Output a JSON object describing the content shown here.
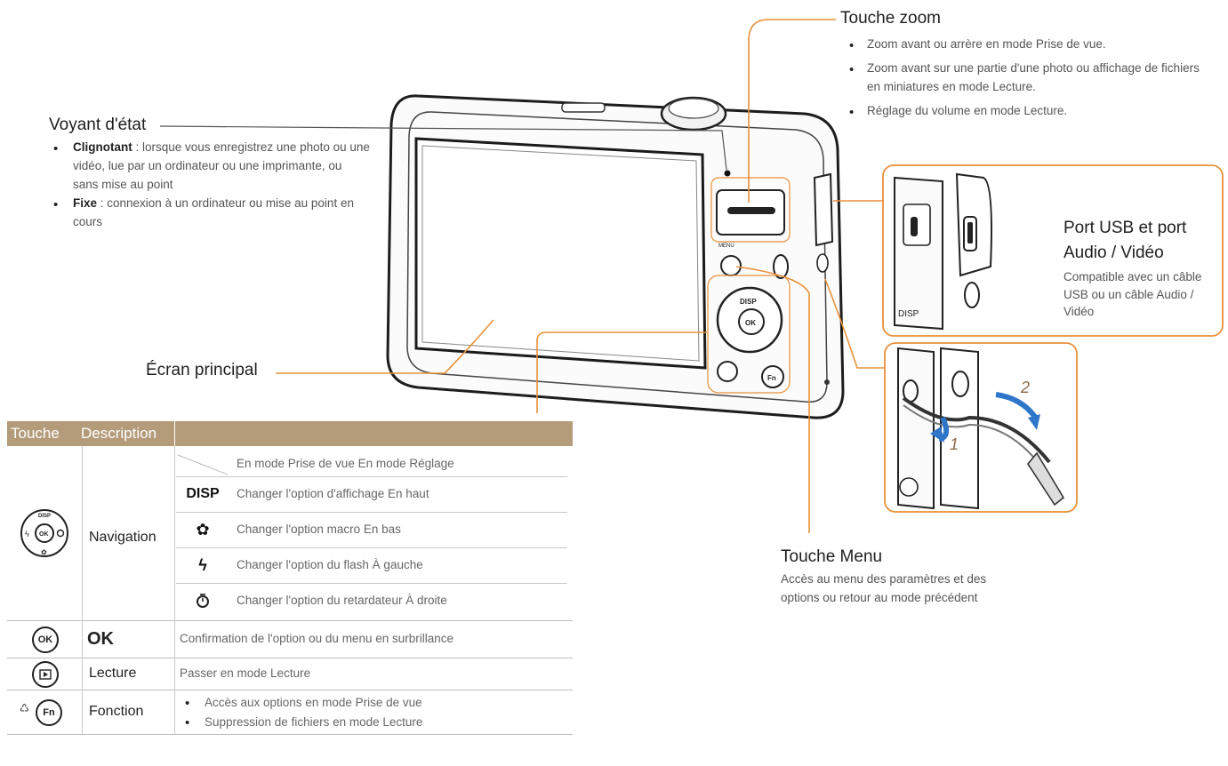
{
  "callouts": {
    "zoom": {
      "title": "Touche zoom",
      "items": [
        "Zoom avant ou arrère en mode Prise de vue.",
        "Zoom avant sur une partie d'une photo ou affichage de fichiers en miniatures en mode Lecture.",
        "Réglage du volume en mode Lecture."
      ]
    },
    "status": {
      "title": "Voyant d'état",
      "items": [
        {
          "label": "Clignotant",
          "text": " : lorsque vous enregistrez une photo ou une vidéo, lue par un ordinateur ou une imprimante, ou sans mise au point"
        },
        {
          "label": "Fixe",
          "text": " : connexion à un ordinateur ou mise au point en cours"
        }
      ]
    },
    "screen": {
      "title": "Écran principal"
    },
    "usb": {
      "title_line1": "Port USB et port",
      "title_line2": "Audio / Vidéo",
      "desc": "Compatible avec un câble USB ou un câble Audio / Vidéo"
    },
    "menu": {
      "title": "Touche Menu",
      "desc": "Accès au menu des paramètres et des options ou retour au mode précédent"
    },
    "strap_steps": [
      "1",
      "2"
    ]
  },
  "camera": {
    "menu_label": "MENU",
    "disp_label": "DISP",
    "ok_label": "OK",
    "fn_label": "Fn"
  },
  "table": {
    "header": [
      "Touche",
      "Description"
    ],
    "navigation": {
      "label": "Navigation",
      "sub_header": "En mode Prise de vue En mode Réglage",
      "rows": [
        {
          "icon": "DISP",
          "text": "Changer l'option d'affichage En haut"
        },
        {
          "icon": "macro",
          "text": "Changer l'option macro En bas"
        },
        {
          "icon": "flash",
          "text": "Changer l'option du flash À gauche"
        },
        {
          "icon": "timer",
          "text": "Changer l'option du retardateur À droite"
        }
      ]
    },
    "ok": {
      "label": "OK",
      "text": "Confirmation de l'option ou du menu en surbrillance"
    },
    "playback": {
      "label": "Lecture",
      "text": "Passer en mode Lecture"
    },
    "function": {
      "label": "Fonction",
      "items": [
        "Accès aux options en mode Prise de vue",
        "Suppression de fichiers en mode Lecture"
      ]
    }
  },
  "colors": {
    "accent": "#e8903a",
    "table_header": "#b49b7a"
  }
}
